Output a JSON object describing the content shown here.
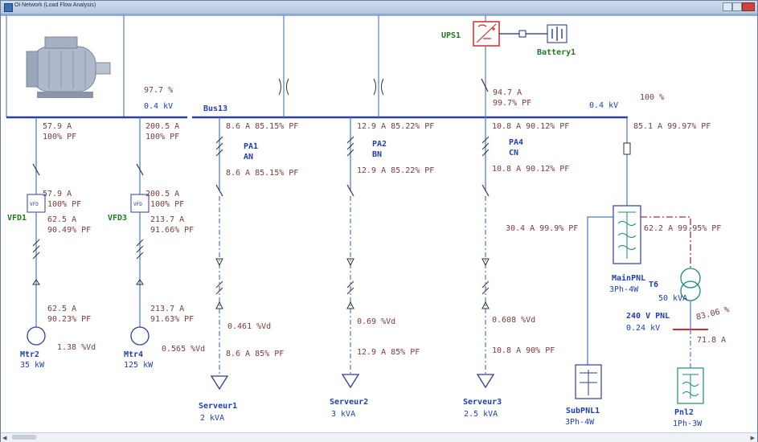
{
  "window": {
    "title": "Oi Network (Load Flow Analysis)"
  },
  "colors": {
    "bus": "#2b3f9e",
    "wire": "#4a78c8",
    "value": "#7a3b3b",
    "label": "#1f3fae",
    "green": "#1e7a1e",
    "red": "#d62a2a",
    "teal": "#1a8a80"
  },
  "diagram": {
    "motor_bus": {
      "pct": "97.7 %",
      "kv": "0.4 kV",
      "name": "Bus13"
    },
    "main_bus": {
      "kv": "0.4 kV",
      "pct": "100 %"
    },
    "ups": {
      "name": "UPS1",
      "battery": "Battery1",
      "amps": "94.7 A",
      "pf": "99.7% PF"
    },
    "branch_mtr2": {
      "top": "57.9 A",
      "top_pf": "100% PF",
      "mid": "57.9 A",
      "mid_pf": "100% PF",
      "vfd": "VFD1",
      "vfd_tag": "VFD",
      "out": "62.5 A",
      "out_pf": "90.49% PF",
      "load": "62.5 A",
      "load_pf": "90.23% PF",
      "name": "Mtr2",
      "rating": "35 kW",
      "vd": "1.38 %Vd"
    },
    "branch_mtr4": {
      "top": "200.5 A",
      "top_pf": "100% PF",
      "mid": "200.5 A",
      "mid_pf": "100% PF",
      "vfd": "VFD3",
      "vfd_tag": "VFD",
      "out": "213.7 A",
      "out_pf": "91.66% PF",
      "load": "213.7 A",
      "load_pf": "91.63% PF",
      "name": "Mtr4",
      "rating": "125 kW",
      "vd": "0.565 %Vd"
    },
    "branch_s1": {
      "top": "8.6 A 85.15% PF",
      "pa": "PA1",
      "pa2": "AN",
      "mid": "8.6 A 85.15% PF",
      "vd": "0.461 %Vd",
      "bottom": "8.6 A 85% PF",
      "name": "Serveur1",
      "rating": "2 kVA"
    },
    "branch_s2": {
      "top": "12.9 A 85.22% PF",
      "pa": "PA2",
      "pa2": "BN",
      "mid": "12.9 A 85.22% PF",
      "vd": "0.69 %Vd",
      "bottom": "12.9 A 85% PF",
      "name": "Serveur2",
      "rating": "3 kVA"
    },
    "branch_s3": {
      "top": "10.8 A 90.12% PF",
      "pa": "PA4",
      "pa2": "CN",
      "mid": "10.8 A 90.12% PF",
      "vd": "0.608 %Vd",
      "bottom": "10.8 A 90% PF",
      "name": "Serveur3",
      "rating": "2.5 kVA"
    },
    "branch_main": {
      "top": "85.1 A 99.97% PF",
      "left": "30.4 A 99.9% PF",
      "right": "62.2 A 99.95% PF",
      "panel": "MainPNL",
      "panel_type": "3Ph-4W",
      "sub": "SubPNL1",
      "sub_type": "3Ph-4W",
      "xfmr": "T6",
      "xfmr_rating": "50 kVA",
      "pnl_bus": "240 V PNL",
      "pnl_kv": "0.24 kV",
      "pnl_pct": "83.06 %",
      "pnl_amps": "71.8 A",
      "pnl2": "Pnl2",
      "pnl2_type": "1Ph-3W"
    }
  }
}
